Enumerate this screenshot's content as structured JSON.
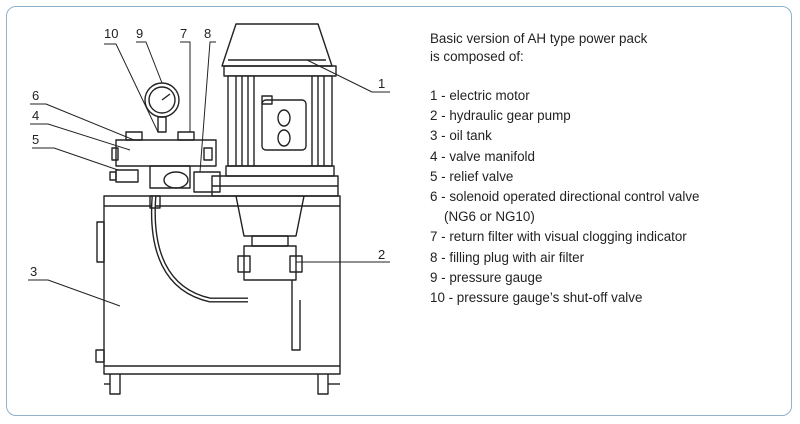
{
  "title_lines": [
    "Basic version of AH type power pack",
    "is composed of:"
  ],
  "legend": [
    {
      "text": "1 - electric motor"
    },
    {
      "text": "2 - hydraulic gear pump"
    },
    {
      "text": "3 - oil tank"
    },
    {
      "text": "4 - valve manifold"
    },
    {
      "text": "5 - relief valve"
    },
    {
      "text": "6 - solenoid operated directional control valve"
    },
    {
      "text": "(NG6 or NG10)"
    },
    {
      "text": "7 - return filter with visual clogging indicator"
    },
    {
      "text": "8 - filling plug with air filter"
    },
    {
      "text": "9 - pressure gauge"
    },
    {
      "text": "10 - pressure gauge’s shut-off valve"
    }
  ],
  "callouts": [
    "1",
    "2",
    "3",
    "4",
    "5",
    "6",
    "7",
    "8",
    "9",
    "10"
  ],
  "colors": {
    "border": "#8fb3c9",
    "line": "#222222",
    "text": "#222222"
  }
}
